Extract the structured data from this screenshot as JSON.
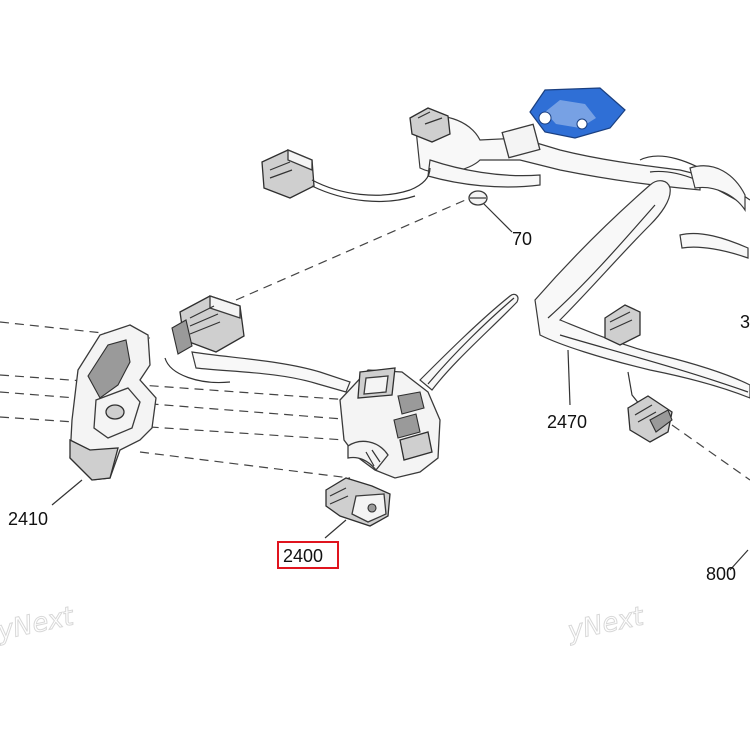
{
  "callouts": {
    "c70": "70",
    "c2470": "2470",
    "c2410": "2410",
    "c2400": "2400",
    "c800": "800",
    "c3": "3"
  },
  "watermarks": {
    "left": "yNext",
    "right": "yNext"
  },
  "colors": {
    "highlight_box": "#e0141e",
    "accent_blue": "#2f6fd6",
    "line": "#333333"
  },
  "icons": {
    "switch_housing": "handlebar-switch-icon",
    "connector": "connector-icon",
    "bracket": "bracket-icon",
    "clip": "clip-icon"
  }
}
